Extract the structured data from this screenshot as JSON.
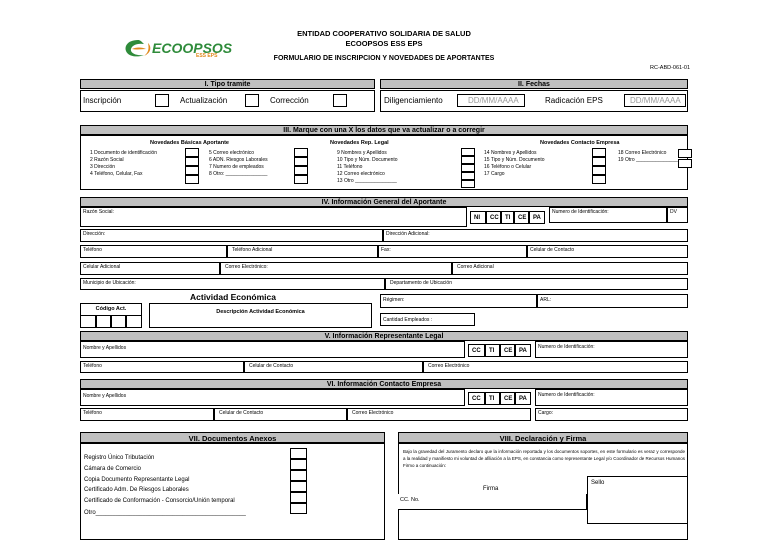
{
  "header": {
    "line1": "ENTIDAD COOPERATIVO SOLIDARIA DE SALUD",
    "line2": "ECOOPSOS ESS EPS",
    "line3": "FORMULARIO DE INSCRIPCION Y NOVEDADES DE APORTANTES",
    "code": "RC-ABD-061-01",
    "logo_text": "ECOOPSOS",
    "logo_sub": "ESS EPS",
    "logo_color": "#2e8b3a"
  },
  "sec1": {
    "title": "I. Tipo tramite",
    "inscripcion": "Inscripción",
    "actualizacion": "Actualización",
    "correccion": "Corrección"
  },
  "sec2": {
    "title": "II. Fechas",
    "diligenciamiento": "Diligenciamiento",
    "radicacion": "Radicación EPS",
    "date_placeholder": "DD/MM/AAAA"
  },
  "sec3": {
    "title": "III. Marque con una X los datos que va actualizar o a corregir",
    "col1_title": "Novedades Básicas Aportante",
    "col2_title": "Novedades Rep. Legal",
    "col3_title": "Novedades Contacto Empresa",
    "c1a": [
      "1  Documento de identificación",
      "2  Razón Social",
      "3  Dirección",
      "4  Teléfono, Celular, Fax"
    ],
    "c1b": [
      "5  Correo electrónico",
      "6  ADN. Riesgos Laborales",
      "7  Numero de empleados",
      "8  Otro: _______________"
    ],
    "c2": [
      "9  Nombres y Apellidos",
      "10 Tipo y Núm. Documento",
      "11 Teléfono",
      "12 Correo electrónico",
      "13 Otro _______________"
    ],
    "c3a": [
      "14 Nombres y Apellidos",
      "15 Tipo y Núm. Documento",
      "16 Teléfono o Celular",
      "17 Cargo"
    ],
    "c3b": [
      "18 Correo Electrónico",
      "19 Otro _______________"
    ]
  },
  "sec4": {
    "title": "IV. Información General del Aportante",
    "razon_social": "Razón Social:",
    "doc_types": [
      "NI",
      "CC",
      "TI",
      "CE",
      "PA"
    ],
    "num_id": "Numero de Identificación:",
    "dv": "DV",
    "direccion": "Dirección:",
    "direccion_adicional": "Dirección Adicional:",
    "telefono": "Teléfono",
    "telefono_adicional": "Teléfono Adicional",
    "fax": "Fax:",
    "celular_contacto": "Celular de Contacto",
    "celular_adicional": "Celular Adicional",
    "correo": "Correo Electrónico:",
    "correo_adicional": "Correo Adicional",
    "municipio": "Municipio de Ubicación:",
    "departamento": "Departamento de Ubicación",
    "actividad": "Actividad Económica",
    "codigo_act": "Código Act.",
    "descripcion_act": "Descripción Actividad Económica",
    "regimen": "Régimen:",
    "arl": "ARL:",
    "cantidad_empleados": "Cantidad Empleados :"
  },
  "sec5": {
    "title": "V. Información Representante Legal",
    "nombre": "Nombre y Apellidos",
    "doc_types": [
      "CC",
      "TI",
      "CE",
      "PA"
    ],
    "num_id": "Numero de Identificación:",
    "telefono": "Teléfono",
    "celular": "Celular de Contacto",
    "correo": "Correo Electrónico"
  },
  "sec6": {
    "title": "VI. Información Contacto Empresa",
    "nombre": "Nombre y Apellidos",
    "doc_types": [
      "CC",
      "TI",
      "CE",
      "PA"
    ],
    "num_id": "Numero de Identificación:",
    "telefono": "Teléfono",
    "celular": "Celular de Contacto",
    "correo": "Correo Electrónico",
    "cargo": "Cargo:"
  },
  "sec7": {
    "title": "VII. Documentos Anexos",
    "items": [
      "Registro Único Tributación",
      "Cámara de Comercio",
      "Copia Documento Representante Legal",
      "Certificado Adm. De Riesgos Laborales",
      "Certificado de Conformación - Consorcio/Unión temporal",
      "Otro_____________________________________________"
    ]
  },
  "sec8": {
    "title": "VIII. Declaración y Firma",
    "text": "Bajo la gravedad del Juramento declaro que la información reportada y los documentos soportes, en este formulario es veraz y corresponde a la realidad y manifiesto mi voluntad de afiliación a la EPS, en constancia como representante Legal y/o Coordinador de Recursos Humanos Firmo a continuación:",
    "sello": "Sello",
    "firma": "Firma",
    "cc": "CC. No."
  }
}
